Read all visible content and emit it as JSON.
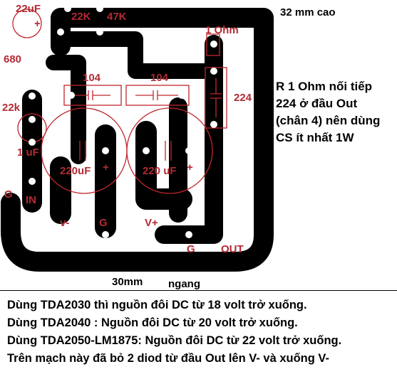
{
  "board_labels": {
    "c_22uf": "22uF",
    "r_22k_top": "22K",
    "r_47k": "47K",
    "r_1ohm": "1 Ohm",
    "r_680": "680",
    "c_104_left": "104",
    "c_104_right": "104",
    "c_224": "224",
    "r_22k_left": "22k",
    "c_1uf": "1 uF",
    "c_220uf_left": "220uF",
    "c_220uf_right": "220 uF",
    "pin_g_left": "G",
    "pin_in": "IN",
    "pin_vminus": "v-",
    "pin_g_mid": "G",
    "pin_vplus": "V+",
    "pin_g_right": "G",
    "pin_out": "OUT"
  },
  "dimensions": {
    "height": "32 mm cao",
    "width_value": "30mm",
    "width_word": "ngang"
  },
  "side_note": "R 1 Ohm nối tiếp\n224 ở đầu Out\n(chân 4) nên dùng\nCS ít nhất 1W",
  "footer_lines": [
    "Dùng TDA2030 thì nguồn đôi DC từ 18 volt trở xuống.",
    "Dùng TDA2040 : Nguồn đôi DC từ 20 volt trở xuống.",
    "Dùng TDA2050-LM1875: Nguồn đôi DC từ 22 volt trở xuống.",
    "Trên mạch này đã bỏ 2 diod từ đầu Out lên V- và xuống V-"
  ],
  "colors": {
    "copper": "#000000",
    "board": "#ffffff",
    "silk": "#c0272d",
    "label": "#b22a33"
  }
}
